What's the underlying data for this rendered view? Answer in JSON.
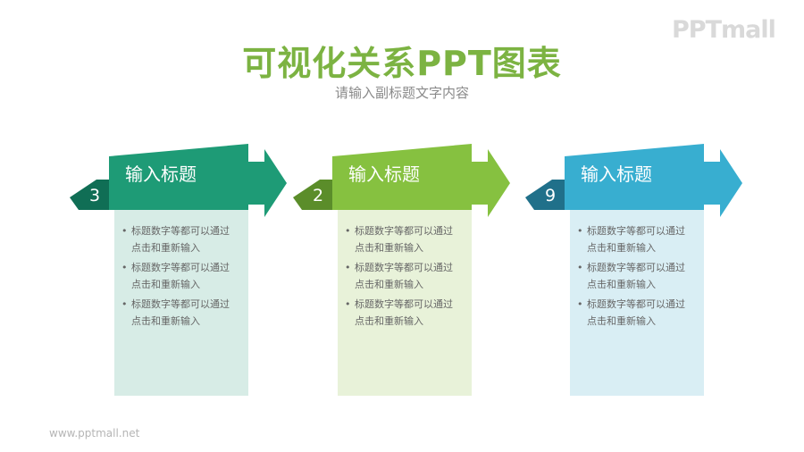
{
  "header": {
    "title": "可视化关系PPT图表",
    "subtitle": "请输入副标题文字内容"
  },
  "logo": "PPTmall",
  "footer": "www.pptmall.net",
  "colors": {
    "title": "#7cb342",
    "teal": "#1e9b76",
    "green": "#86c140",
    "blue": "#38aed0"
  },
  "cards": [
    {
      "title": "输入标题",
      "number": "3",
      "bullets": [
        "标题数字等都可以通过点击和重新输入",
        "标题数字等都可以通过点击和重新输入",
        "标题数字等都可以通过点击和重新输入"
      ]
    },
    {
      "title": "输入标题",
      "number": "2",
      "bullets": [
        "标题数字等都可以通过点击和重新输入",
        "标题数字等都可以通过点击和重新输入",
        "标题数字等都可以通过点击和重新输入"
      ]
    },
    {
      "title": "输入标题",
      "number": "9",
      "bullets": [
        "标题数字等都可以通过点击和重新输入",
        "标题数字等都可以通过点击和重新输入",
        "标题数字等都可以通过点击和重新输入"
      ]
    }
  ]
}
